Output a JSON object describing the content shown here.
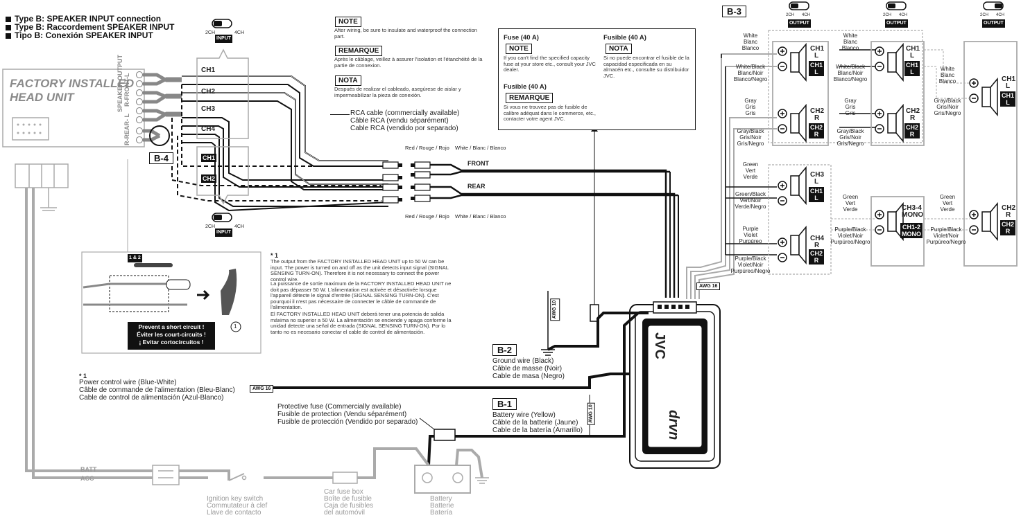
{
  "header": {
    "line1": "Type B: SPEAKER INPUT connection",
    "line2": "Type B: Raccordement SPEAKER INPUT",
    "line3": "Tipo B: Conexión SPEAKER INPUT"
  },
  "head_unit": {
    "title_line1": "FACTORY INSTALLED",
    "title_line2": "HEAD UNIT",
    "speaker_output": "SPEAKER OUTPUT",
    "r_front_l": "R-FRONT-L",
    "r_rear_l": "R-REAR- L"
  },
  "input_switch": {
    "ch2": "2CH",
    "ch4": "4CH",
    "input": "INPUT"
  },
  "channels": [
    "CH1",
    "CH2",
    "CH3",
    "CH4"
  ],
  "channels_2ch": [
    "CH1",
    "CH2"
  ],
  "labels": {
    "b1": "B-1",
    "b2": "B-2",
    "b3": "B-3",
    "b4": "B-4",
    "front": "FRONT",
    "rear": "REAR",
    "awg16": "AWG 16",
    "awg10": "AWG 10",
    "output": "OUTPUT"
  },
  "note_block": {
    "note": "NOTE",
    "note_text": "After wiring, be sure to insulate and waterproof the connection part.",
    "remarque": "REMARQUE",
    "remarque_text": "Après le câblage, veillez à assurer l'isolation et l'étanchéité de la partie de connexion.",
    "nota": "NOTA",
    "nota_text": "Después de realizar el cableado, asegúrese de aislar y impermeabilizar la pieza de conexión."
  },
  "rca_cable": {
    "en": "RCA cable (commercially available)",
    "fr": "Câble RCA (vendu séparément)",
    "es": "Cable RCA (vendido por separado)"
  },
  "rca_colors": {
    "red": "Red / Rouge / Rojo",
    "white": "White / Blanc / Blanco"
  },
  "fuse_box": {
    "fuse_en": "Fuse (40 A)",
    "note": "NOTE",
    "note_text": "If you can't find the specified capacity fuse at your store etc., consult your JVC dealer.",
    "fuse_fr": "Fusible (40 A)",
    "remarque": "REMARQUE",
    "remarque_text": "Si vous ne trouvez pas de fusible de calibre adéquat dans le commerce, etc., contacter votre agent JVC.",
    "fuse_es": "Fusible (40 A)",
    "nota": "NOTA",
    "nota_text": "Si no puede encontrar el fusible de la capacidad especificada en su almacén etc., consulte su distribuidor JVC."
  },
  "footnote": {
    "mark": "* 1",
    "en": "The output from the FACTORY INSTALLED HEAD UNIT up to 50 W can be input. The power is turned on and off as the unit detects input signal (SIGNAL SENSING TURN-ON). Therefore it is not necessary to connect the power control wire.",
    "fr": "La puissance de sortie maximum de la FACTORY INSTALLED HEAD UNIT ne doit pas dépasser 50 W. L'alimentation est activée et désactivée lorsque l'appareil détecte le signal d'entrée (SIGNAL SENSING TURN-ON). C'est pourquoi il n'est pas nécessaire de connecter le câble de commande de l'alimentation.",
    "es": "El FACTORY INSTALLED HEAD UNIT deberá tener una potencia de salida máxima no superior a 50 W. La alimentación se enciende y apaga conforme la unidad detecte una señal de entrada (SIGNAL SENSING TURN-ON). Por lo tanto no es necesario conectar el cable de control de alimentación."
  },
  "inset": {
    "badge": "1 & 2",
    "warn_en": "Prevent a short circuit !",
    "warn_fr": "Éviter les court-circuits !",
    "warn_es": "¡ Evitar cortocircuitos !",
    "circle1": "1"
  },
  "ground_wire": {
    "en": "Ground wire (Black)",
    "fr": "Câble de masse (Noir)",
    "es": "Cable de masa (Negro)"
  },
  "power_control": {
    "mark": "* 1",
    "en": "Power control wire (Blue-White)",
    "fr": "Câble de commande de l'alimentation (Bleu-Blanc)",
    "es": "Cable de control de alimentación (Azul-Blanco)"
  },
  "protective_fuse": {
    "en": "Protective fuse (Commercially available)",
    "fr": "Fusible de protection (Vendu séparément)",
    "es": "Fusible de protección (Vendido por separado)"
  },
  "battery_wire": {
    "en": "Battery wire (Yellow)",
    "fr": "Câble de la batterie (Jaune)",
    "es": "Cable de la batería (Amarillo)"
  },
  "bottom": {
    "batt": "BATT",
    "acc": "ACC",
    "ign_en": "Ignition key switch",
    "ign_fr": "Commutateur à clef",
    "ign_es": "Llave de contacto",
    "fusebox_en": "Car fuse box",
    "fusebox_fr": "Boîte de fusible",
    "fusebox_es": "Caja de fusibles",
    "fusebox_es2": "del automóvil",
    "battery_en": "Battery",
    "battery_fr": "Batterie",
    "battery_es": "Batería"
  },
  "amp": {
    "brand": "JVC",
    "model": "drvn"
  },
  "wires": {
    "white": [
      "White",
      "Blanc",
      "Blanco"
    ],
    "white_black": [
      "White/Black",
      "Blanc/Noir",
      "Blanco/Negro"
    ],
    "gray": [
      "Gray",
      "Gris",
      "Gris"
    ],
    "gray_black": [
      "Gray/Black",
      "Gris/Noir",
      "Gris/Negro"
    ],
    "green": [
      "Green",
      "Vert",
      "Verde"
    ],
    "green_black": [
      "Green/Black",
      "Vert/Noir",
      "Verde/Negro"
    ],
    "purple": [
      "Purple",
      "Violet",
      "Purpúreo"
    ],
    "purple_black": [
      "Purple/Black",
      "Violet/Noir",
      "Purpúreo/Negro"
    ]
  },
  "speakers": {
    "ch1": "CH1",
    "ch2": "CH2",
    "ch3": "CH3",
    "ch4": "CH4",
    "l": "L",
    "r": "R",
    "ch34": "CH3-4",
    "mono": "MONO",
    "ch12": "CH1-2"
  }
}
